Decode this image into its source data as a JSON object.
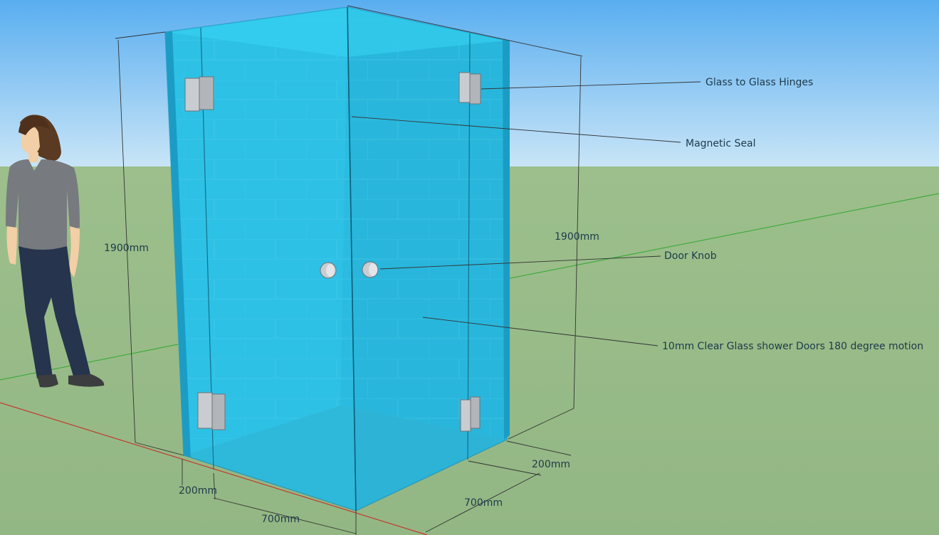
{
  "colors": {
    "sky_top": "#59aef0",
    "sky_bottom": "#c9e5f7",
    "ground": "#9bbc8b",
    "glass": "#29c3e8",
    "glass_edge": "#1a8fb5",
    "hinge": "#c9ccd0",
    "dimension_line": "#333333",
    "axis_red": "#c23a2f",
    "axis_green": "#2fa82f"
  },
  "annotations": {
    "hinges": "Glass to Glass Hinges",
    "magnetic_seal": "Magnetic Seal",
    "door_knob": "Door Knob",
    "glass_doors": "10mm Clear Glass shower Doors 180 degree motion"
  },
  "dimensions": {
    "height_left": "1900mm",
    "height_right": "1900mm",
    "panel_front_left": "200mm",
    "width_front": "700mm",
    "panel_side_right": "200mm",
    "width_side": "700mm"
  },
  "icons": {
    "person": "person-figure-icon"
  }
}
